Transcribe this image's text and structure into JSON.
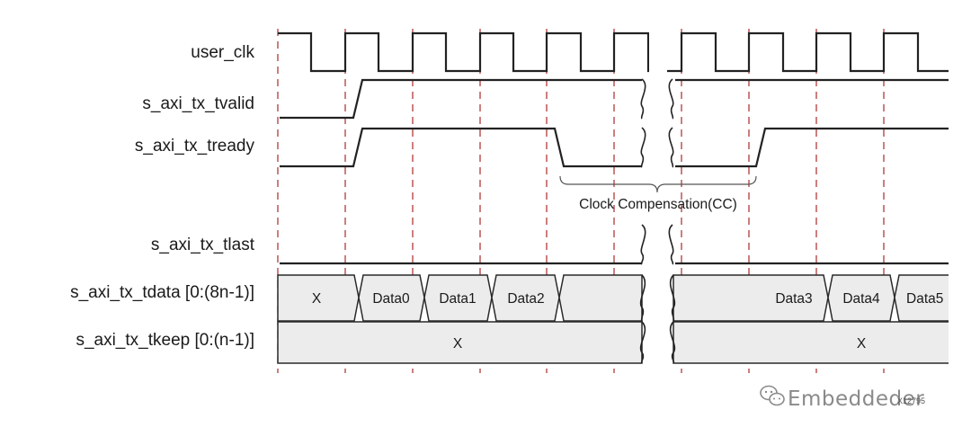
{
  "signals": [
    {
      "id": "user_clk",
      "label": "user_clk"
    },
    {
      "id": "tvalid",
      "label": "s_axi_tx_tvalid"
    },
    {
      "id": "tready",
      "label": "s_axi_tx_tready"
    },
    {
      "id": "tlast",
      "label": "s_axi_tx_tlast"
    },
    {
      "id": "tdata",
      "label": "s_axi_tx_tdata [0:(8n-1)]"
    },
    {
      "id": "tkeep",
      "label": "s_axi_tx_tkeep [0:(n-1)]"
    }
  ],
  "tdata_values": [
    "X",
    "Data0",
    "Data1",
    "Data2",
    "Data3",
    "Data4",
    "Data5"
  ],
  "tkeep_values": [
    "X",
    "X"
  ],
  "annotation": "Clock Compensation(CC)",
  "figure_id": "X12795",
  "watermark": "Embeddeder"
}
